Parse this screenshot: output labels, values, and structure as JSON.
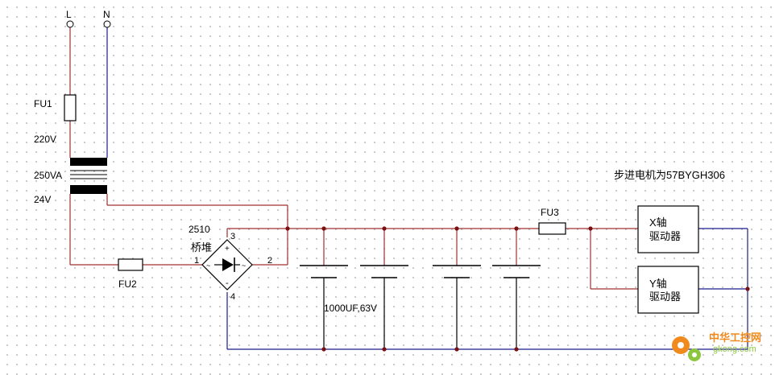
{
  "terminals": {
    "line": "L",
    "neutral": "N"
  },
  "transformer": {
    "fuse_label": "FU1",
    "primary_voltage": "220V",
    "rating": "250VA",
    "secondary_voltage": "24V"
  },
  "secondary_fuse": "FU2",
  "bridge": {
    "model": "2510",
    "name": "桥堆",
    "pin_input_a": "1",
    "pin_input_b": "2",
    "pin_positive": "3",
    "pin_negative": "4",
    "plus_sign": "+",
    "minus_sign": "-",
    "ac_sign": "~"
  },
  "capacitors": {
    "count": 4,
    "label": "1000UF,63V"
  },
  "output_fuse": "FU3",
  "motor_note": "步进电机为57BYGH306",
  "drivers": [
    {
      "line1": "X轴",
      "line2": "驱动器"
    },
    {
      "line1": "Y轴",
      "line2": "驱动器"
    }
  ],
  "watermark": {
    "site_cn": "中华工控网",
    "site_url": "gkong.com"
  },
  "colors": {
    "live_wire": "#a03030",
    "return_wire": "#1c1c8c",
    "component": "#000000",
    "junction": "#7a1010",
    "watermark_orange": "#f08a1c",
    "watermark_green": "#8cc63f"
  }
}
